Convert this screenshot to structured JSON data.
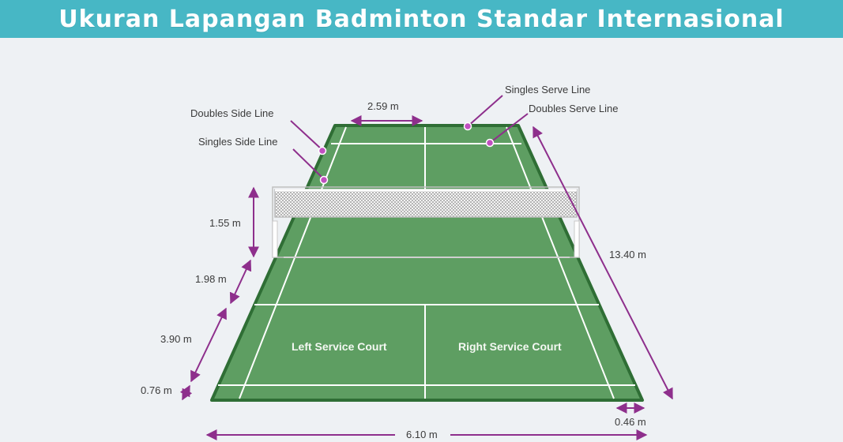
{
  "title": "Ukuran Lapangan Badminton Standar Internasional",
  "labels": {
    "doubles_side_line": "Doubles Side Line",
    "singles_side_line": "Singles Side Line",
    "singles_serve_line": "Singles Serve Line",
    "doubles_serve_line": "Doubles Serve Line",
    "left_service_court": "Left Service Court",
    "right_service_court": "Right Service Court"
  },
  "dimensions": {
    "d_259": "2.59 m",
    "d_155": "1.55 m",
    "d_198": "1.98 m",
    "d_390": "3.90 m",
    "d_076": "0.76 m",
    "d_1340": "13.40 m",
    "d_046": "0.46 m",
    "d_610": "6.10 m"
  },
  "colors": {
    "title_bar": "#47b7c5",
    "court_green": "#5e9e62",
    "court_border": "#2f6e35",
    "court_lines": "#ffffff",
    "annotation": "#8e2f8c",
    "marker": "#c04fc0"
  }
}
